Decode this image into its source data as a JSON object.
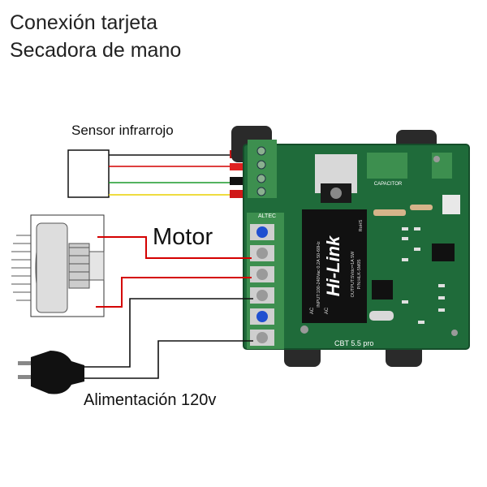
{
  "title": {
    "line1": "Conexión tarjeta",
    "line2": "Secadora de mano"
  },
  "labels": {
    "sensor": "Sensor infrarrojo",
    "motor": "Motor",
    "power": "Alimentación 120v"
  },
  "board": {
    "module_brand": "Hi-Link",
    "module_part": "P/N:HLK-5M05",
    "module_input": "INPUT:100-240Vac 0.2A 50-60Hz",
    "module_output": "OUTPUT:5Vdc⎓1A 5W",
    "module_ac1": "AC",
    "module_ac2": "AC",
    "module_rohs": "RoHS",
    "board_name": "CBT 5.5 pro",
    "terminal_brand": "ALTEC",
    "capacitor_label": "CAPACITOR"
  },
  "colors": {
    "board_green": "#1f6b3a",
    "board_dark": "#154d2a",
    "terminal_green": "#3d8f4f",
    "module_black": "#111111",
    "wire_black": "#111111",
    "wire_red": "#d40000",
    "wire_green": "#1a9a2a",
    "wire_yellow": "#e8d000",
    "wire_white": "#999999",
    "screw_blue": "#1f4fd0"
  }
}
